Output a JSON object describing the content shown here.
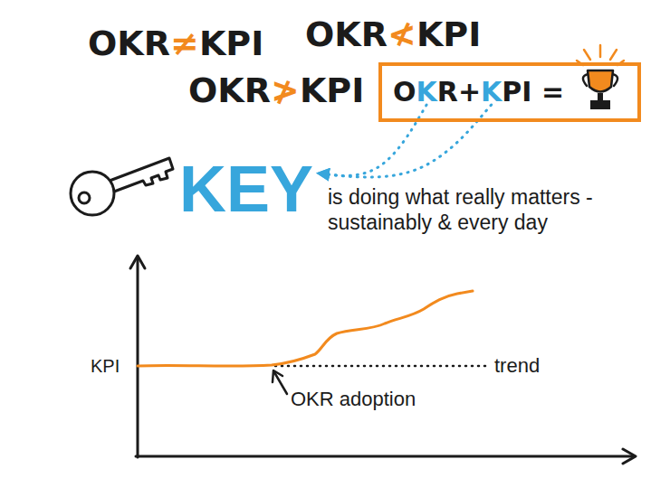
{
  "diagram": {
    "nodes": [
      {
        "text": [
          "OKR+KPI ="
        ]
      }
    ],
    "labels": [
      "OKR≠KPI",
      "OKR≮KPI",
      "OKR≯KPI",
      "KEY",
      "is doing what really matters -sustainably & every day",
      "KPI",
      "trend",
      "OKR adoption"
    ]
  }
}
